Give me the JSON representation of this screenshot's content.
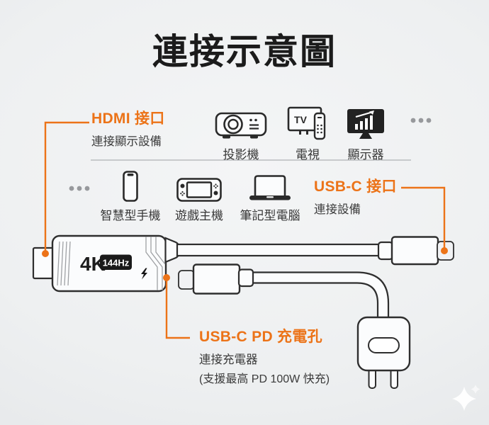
{
  "title": "連接示意圖",
  "colors": {
    "accent": "#ec7318",
    "ink": "#2e2e2e",
    "background": "#eef0f1",
    "text": "#3b3b3b"
  },
  "annotations": {
    "hdmi": {
      "title": "HDMI 接口",
      "subtitle": "連接顯示設備"
    },
    "usbc": {
      "title": "USB-C 接口",
      "subtitle": "連接設備"
    },
    "pd": {
      "title": "USB-C PD 充電孔",
      "subtitle": "連接充電器",
      "note": "(支援最高 PD 100W 快充)"
    }
  },
  "devices": {
    "display_row": [
      {
        "icon": "projector-icon",
        "label": "投影機"
      },
      {
        "icon": "tv-icon",
        "label": "電視",
        "screen_text": "TV"
      },
      {
        "icon": "monitor-icon",
        "label": "顯示器"
      }
    ],
    "source_row": [
      {
        "icon": "smartphone-icon",
        "label": "智慧型手機"
      },
      {
        "icon": "game-console-icon",
        "label": "遊戲主機"
      },
      {
        "icon": "laptop-icon",
        "label": "筆記型電腦"
      }
    ]
  },
  "cable": {
    "resolution_badge": "4K",
    "refresh_badge": "144Hz"
  }
}
